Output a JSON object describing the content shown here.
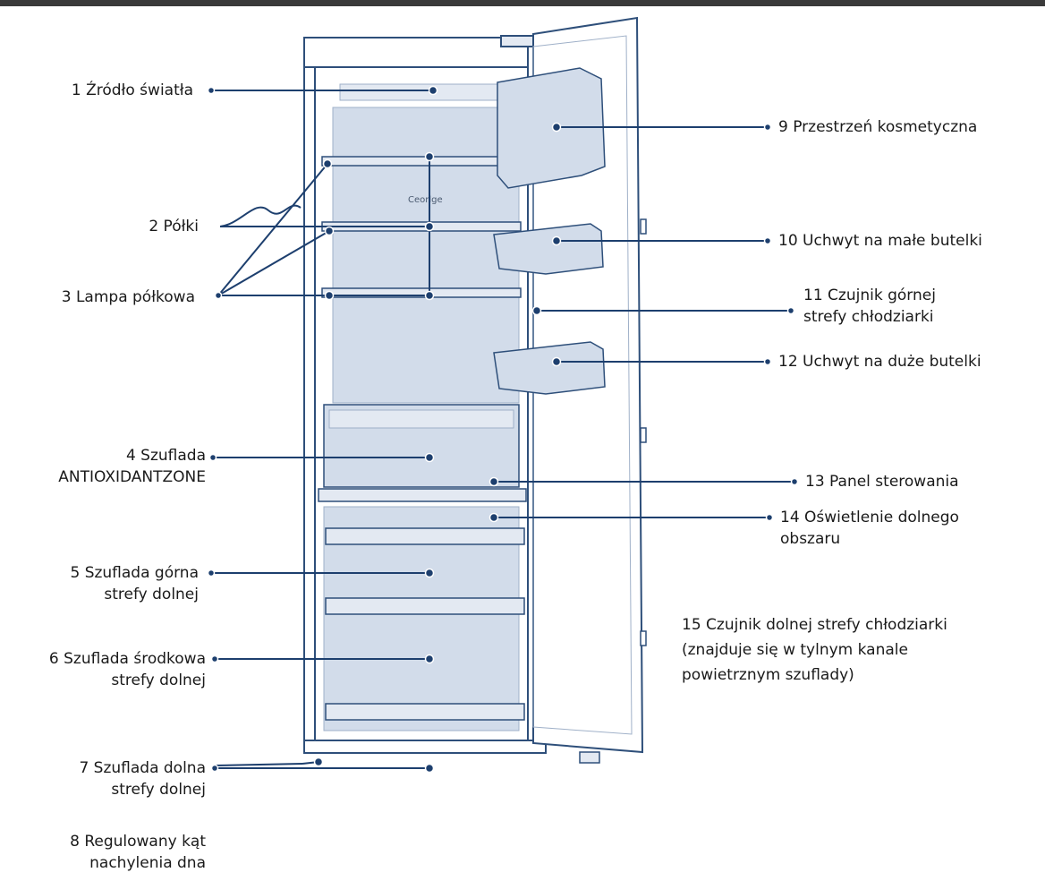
{
  "colors": {
    "leader": "#1d3f6e",
    "outline": "#2e4f7a",
    "interior": "#d2dcea",
    "interior_light": "#e3e9f2",
    "top_bar": "#3a3a3a"
  },
  "door_logo": "Ceorlge",
  "labels": [
    {
      "id": "1",
      "lines": [
        "1 Źródło światła"
      ]
    },
    {
      "id": "2",
      "lines": [
        "2 Półki"
      ]
    },
    {
      "id": "3",
      "lines": [
        "3 Lampa półkowa"
      ]
    },
    {
      "id": "4",
      "lines": [
        "4 Szuflada",
        "ANTIOXIDANTZONE"
      ]
    },
    {
      "id": "5",
      "lines": [
        "5 Szuflada górna",
        "strefy dolnej"
      ]
    },
    {
      "id": "6",
      "lines": [
        "6 Szuflada środkowa",
        "strefy dolnej"
      ]
    },
    {
      "id": "7",
      "lines": [
        "7 Szuflada dolna",
        "strefy dolnej"
      ]
    },
    {
      "id": "8",
      "lines": [
        "8 Regulowany kąt",
        "nachylenia dna"
      ]
    },
    {
      "id": "9",
      "lines": [
        "9 Przestrzeń kosmetyczna"
      ]
    },
    {
      "id": "10",
      "lines": [
        "10 Uchwyt na małe butelki"
      ]
    },
    {
      "id": "11",
      "lines": [
        "11 Czujnik górnej",
        "strefy chłodziarki"
      ]
    },
    {
      "id": "12",
      "lines": [
        "12 Uchwyt na duże butelki"
      ]
    },
    {
      "id": "13",
      "lines": [
        "13 Panel sterowania"
      ]
    },
    {
      "id": "14",
      "lines": [
        "14 Oświetlenie dolnego",
        "obszaru"
      ]
    },
    {
      "id": "15",
      "lines": [
        "15 Czujnik dolnej strefy chłodziarki",
        "(znajduje się w tylnym kanale",
        "powietrznym szuflady)"
      ]
    }
  ]
}
